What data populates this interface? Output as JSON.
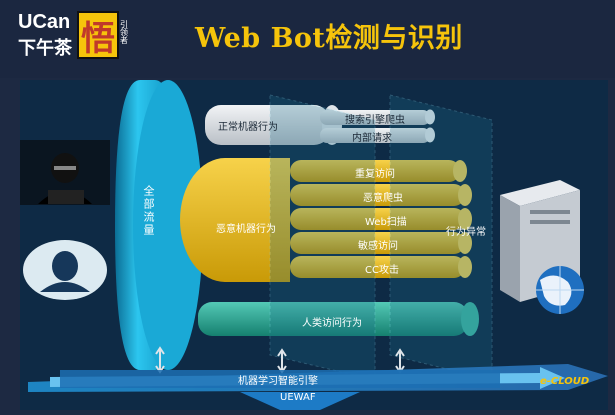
{
  "logo": {
    "line1": "UCan",
    "line2": "下午茶",
    "badge": "悟",
    "side": "引领者"
  },
  "title": {
    "en": "Web Bot",
    "zh": "检测与识别"
  },
  "diagram": {
    "total_traffic": "全部流量",
    "normal_bot": "正常机器行为",
    "normal_items": [
      "搜索引擎爬虫",
      "内部请求"
    ],
    "malicious_bot": "恶意机器行为",
    "malicious_items": [
      "重复访问",
      "恶意爬虫",
      "Web扫描",
      "敏感访问",
      "CC攻击"
    ],
    "anomaly": "行为异常",
    "human": "人类访问行为",
    "ml_engine": "机器学习智能引擎",
    "uewaf": "UEWAF",
    "watermark": "e-CLOUD"
  },
  "colors": {
    "title": "#f6c40b",
    "background": "#1d2942",
    "slide": "#0e2a45",
    "cyan": "#17b8e0",
    "yellow": "#f2c21d",
    "green": "#2bb3a0"
  }
}
